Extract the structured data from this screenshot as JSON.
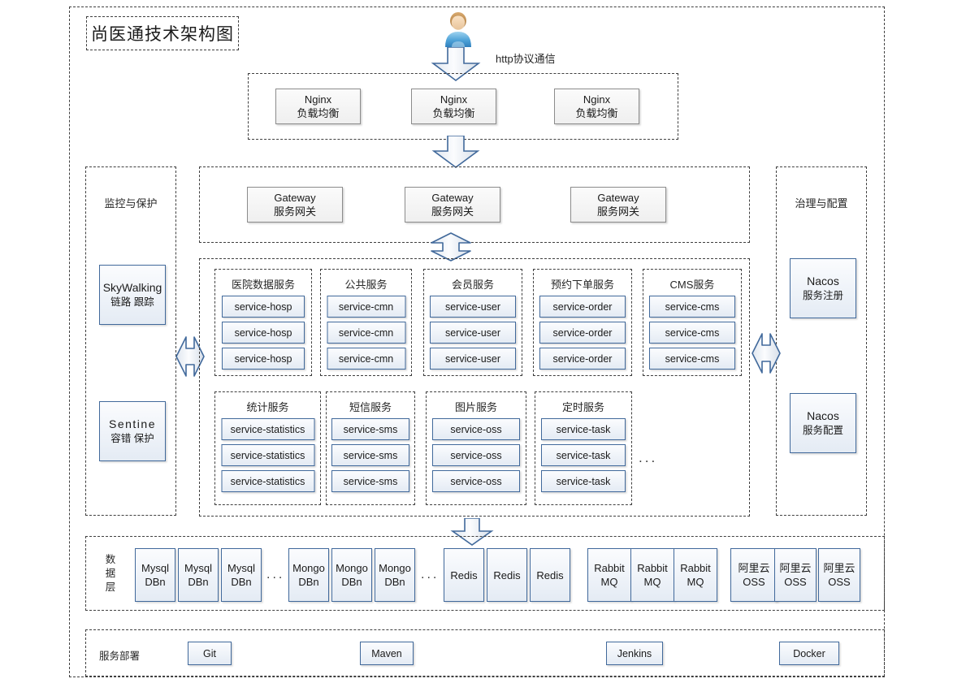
{
  "title": "尚医通技术架构图",
  "user": {
    "icon": "user-avatar-icon",
    "protocol_label": "http协议通信"
  },
  "nginx_band": {
    "items": [
      {
        "line1": "Nginx",
        "line2": "负载均衡"
      },
      {
        "line1": "Nginx",
        "line2": "负载均衡"
      },
      {
        "line1": "Nginx",
        "line2": "负载均衡"
      }
    ]
  },
  "gateway_band": {
    "items": [
      {
        "line1": "Gateway",
        "line2": "服务网关"
      },
      {
        "line1": "Gateway",
        "line2": "服务网关"
      },
      {
        "line1": "Gateway",
        "line2": "服务网关"
      }
    ]
  },
  "panel_monitor": {
    "title": "监控与保护",
    "cards": [
      {
        "line1": "SkyWalking",
        "line2": "链路 跟踪"
      },
      {
        "line1": "Sentine",
        "line2": "容错 保护"
      }
    ]
  },
  "panel_govern": {
    "title": "治理与配置",
    "cards": [
      {
        "line1": "Nacos",
        "line2": "服务注册"
      },
      {
        "line1": "Nacos",
        "line2": "服务配置"
      }
    ]
  },
  "services": {
    "ellipsis": "...",
    "groups": [
      {
        "title": "医院数据服务",
        "items": [
          "service-hosp",
          "service-hosp",
          "service-hosp"
        ]
      },
      {
        "title": "公共服务",
        "items": [
          "service-cmn",
          "service-cmn",
          "service-cmn"
        ]
      },
      {
        "title": "会员服务",
        "items": [
          "service-user",
          "service-user",
          "service-user"
        ]
      },
      {
        "title": "预约下单服务",
        "items": [
          "service-order",
          "service-order",
          "service-order"
        ]
      },
      {
        "title": "CMS服务",
        "items": [
          "service-cms",
          "service-cms",
          "service-cms"
        ]
      },
      {
        "title": "统计服务",
        "items": [
          "service-statistics",
          "service-statistics",
          "service-statistics"
        ]
      },
      {
        "title": "短信服务",
        "items": [
          "service-sms",
          "service-sms",
          "service-sms"
        ]
      },
      {
        "title": "图片服务",
        "items": [
          "service-oss",
          "service-oss",
          "service-oss"
        ]
      },
      {
        "title": "定时服务",
        "items": [
          "service-task",
          "service-task",
          "service-task"
        ]
      }
    ]
  },
  "data_layer": {
    "label": "数据层",
    "ellipsis": "...",
    "items": [
      {
        "line1": "Mysql",
        "line2": "DBn"
      },
      {
        "line1": "Mysql",
        "line2": "DBn"
      },
      {
        "line1": "Mysql",
        "line2": "DBn"
      },
      {
        "line1": "Mongo",
        "line2": "DBn"
      },
      {
        "line1": "Mongo",
        "line2": "DBn"
      },
      {
        "line1": "Mongo",
        "line2": "DBn"
      },
      {
        "line1": "Redis",
        "line2": ""
      },
      {
        "line1": "Redis",
        "line2": ""
      },
      {
        "line1": "Redis",
        "line2": ""
      },
      {
        "line1": "Rabbit",
        "line2": "MQ"
      },
      {
        "line1": "Rabbit",
        "line2": "MQ"
      },
      {
        "line1": "Rabbit",
        "line2": "MQ"
      },
      {
        "line1": "阿里云",
        "line2": "OSS"
      },
      {
        "line1": "阿里云",
        "line2": "OSS"
      },
      {
        "line1": "阿里云",
        "line2": "OSS"
      }
    ]
  },
  "deploy_layer": {
    "label": "服务部署",
    "items": [
      "Git",
      "Maven",
      "Jenkins",
      "Docker"
    ]
  },
  "colors": {
    "accent_blue": "#41699b",
    "box_gray_border": "#8c8c8c",
    "dash_border": "#3f3f3f",
    "arrow_fill": "#eef2f7"
  }
}
